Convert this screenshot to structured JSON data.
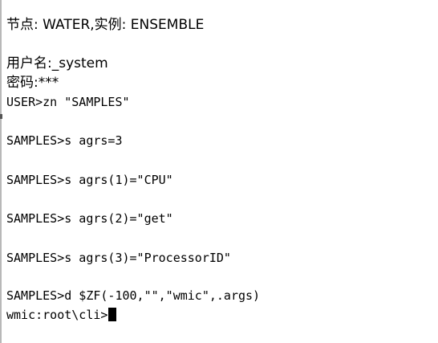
{
  "terminal": {
    "header": "节点: WATER,实例: ENSEMBLE",
    "login": {
      "user_prompt": "用户名:_system",
      "password_prompt": "密码:***"
    },
    "lines": [
      "USER>zn \"SAMPLES\"",
      "SAMPLES>s agrs=3",
      "SAMPLES>s agrs(1)=\"CPU\"",
      "SAMPLES>s agrs(2)=\"get\"",
      "SAMPLES>s agrs(3)=\"ProcessorID\"",
      "SAMPLES>d $ZF(-100,\"\",\"wmic\",.args)"
    ],
    "current_prompt": "wmic:root\\cli>",
    "input_value": ""
  },
  "colors": {
    "background": "#ffffff",
    "text": "#000000",
    "cursor": "#000000"
  }
}
